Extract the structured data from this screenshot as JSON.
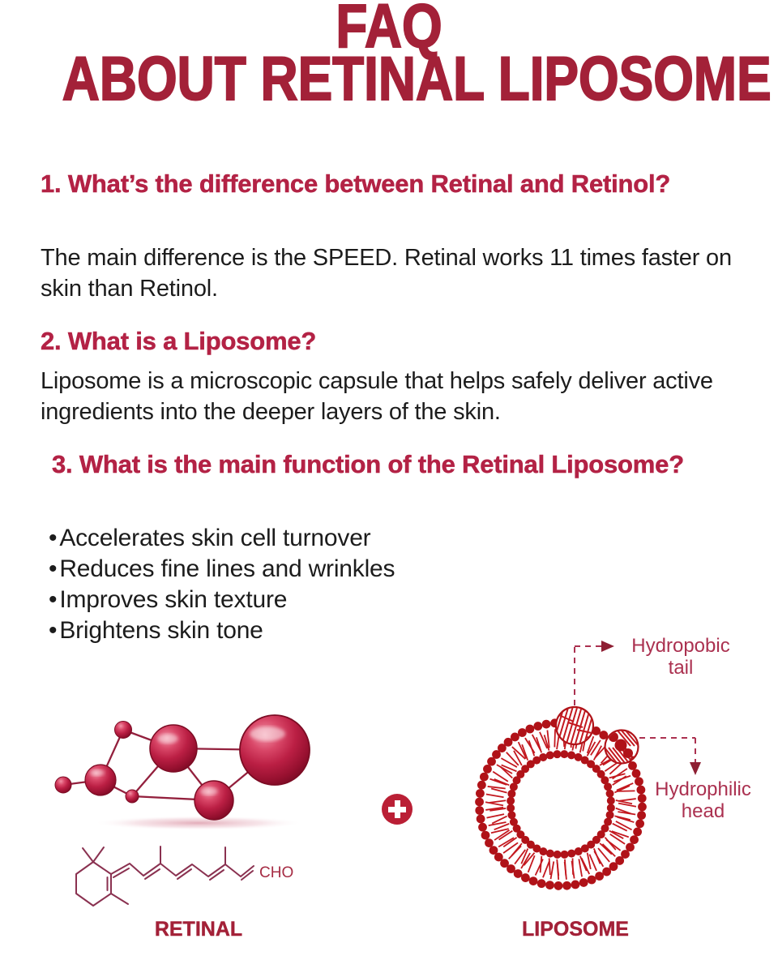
{
  "title": {
    "line1": "FAQ",
    "line2": "ABOUT RETINAL LIPOSOME"
  },
  "faqs": [
    {
      "question": "1. What’s the difference between Retinal and Retinol?",
      "answer": "The main difference is the SPEED. Retinal works 11 times faster on skin than Retinol."
    },
    {
      "question": "2. What is a Liposome?",
      "answer": "Liposome is a microscopic capsule that helps safely deliver active ingredients into the deeper layers of the skin."
    },
    {
      "question": "3. What is the main function of the Retinal Liposome?",
      "bullet_char": "•",
      "bullets": [
        "Accelerates skin cell turnover",
        "Reduces fine lines and wrinkles",
        "Improves skin texture",
        "Brightens skin tone"
      ]
    }
  ],
  "diagram": {
    "retinal_caption": "RETINAL",
    "liposome_caption": "LIPOSOME",
    "hydrophobic_label": "Hydropobic tail",
    "hydrophilic_label": "Hydrophilic head",
    "formula_label": "CHO",
    "plus_icon": "plus"
  },
  "colors": {
    "title_red": "#a32138",
    "question_crimson": "#b32245",
    "body_text": "#1c1c1c",
    "diagram_red": "#c3181f",
    "head_dot_red": "#b01218",
    "annotation_crimson": "#ab3150",
    "arrow_maroon": "#8e1f33",
    "caption_dark_red": "#a32138",
    "plus_badge_bg": "#ba1f35",
    "molecule_line": "#93203d",
    "formula_line": "#8a3150"
  }
}
